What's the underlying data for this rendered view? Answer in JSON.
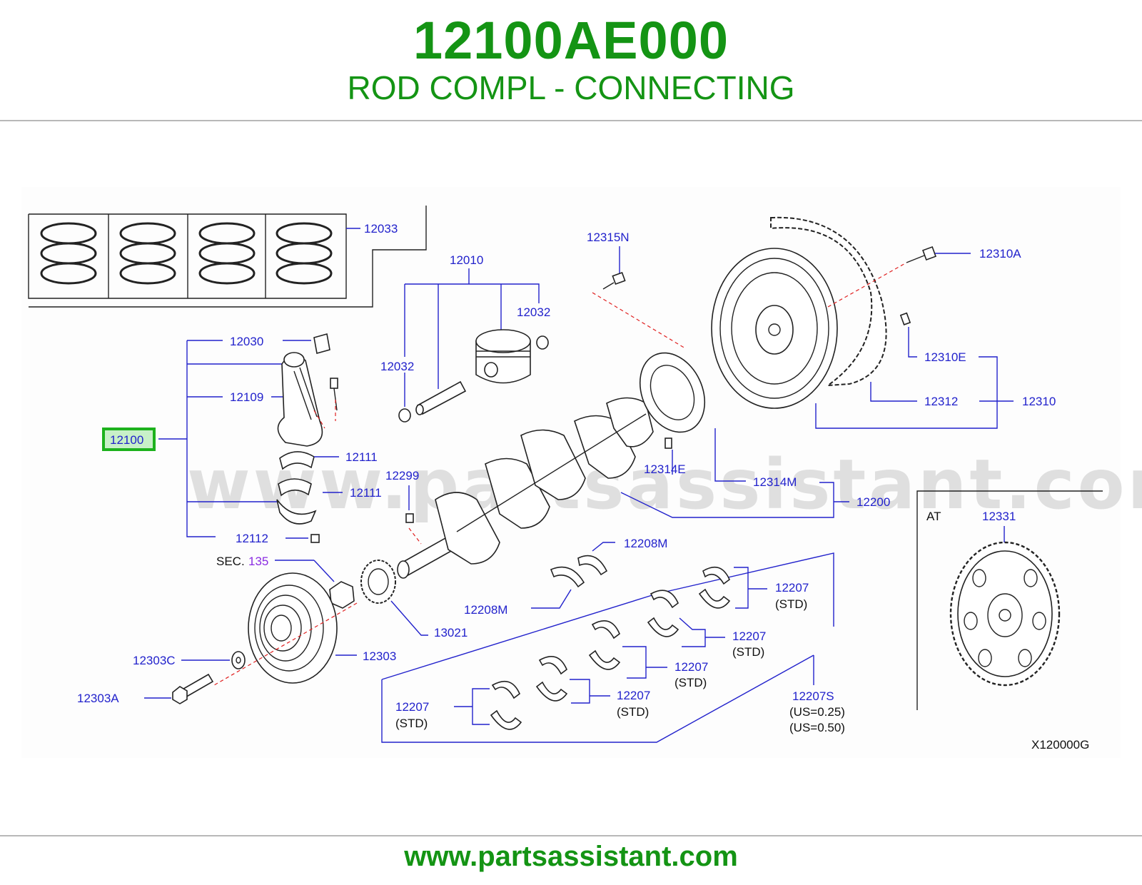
{
  "header": {
    "part_number": "12100AE000",
    "description": "ROD COMPL - CONNECTING"
  },
  "footer": {
    "url": "www.partsassistant.com"
  },
  "watermark": "www.partsassistant.com",
  "highlight_color": "#1db21d",
  "diagram": {
    "code": "X120000G",
    "section_prefix": "SEC.",
    "section_number": "135",
    "at_label": "AT",
    "labels": {
      "p12033": "12033",
      "p12010": "12010",
      "p12032a": "12032",
      "p12032b": "12032",
      "p12030": "12030",
      "p12109": "12109",
      "p12100": "12100",
      "p12111a": "12111",
      "p12111b": "12111",
      "p12112": "12112",
      "p12299": "12299",
      "p12315N": "12315N",
      "p12310A": "12310A",
      "p12310E": "12310E",
      "p12312": "12312",
      "p12310": "12310",
      "p12314E": "12314E",
      "p12314M": "12314M",
      "p12200": "12200",
      "p12331": "12331",
      "p12208Ma": "12208M",
      "p12208Mb": "12208M",
      "p12207a": "12207",
      "p12207a_std": "(STD)",
      "p12207b": "12207",
      "p12207b_std": "(STD)",
      "p12207c": "12207",
      "p12207c_std": "(STD)",
      "p12207d": "12207",
      "p12207d_std": "(STD)",
      "p12207e": "12207",
      "p12207e_std": "(STD)",
      "p12207S": "12207S",
      "p12207S_us1": "(US=0.25)",
      "p12207S_us2": "(US=0.50)",
      "p13021": "13021",
      "p12303": "12303",
      "p12303C": "12303C",
      "p12303A": "12303A"
    }
  }
}
